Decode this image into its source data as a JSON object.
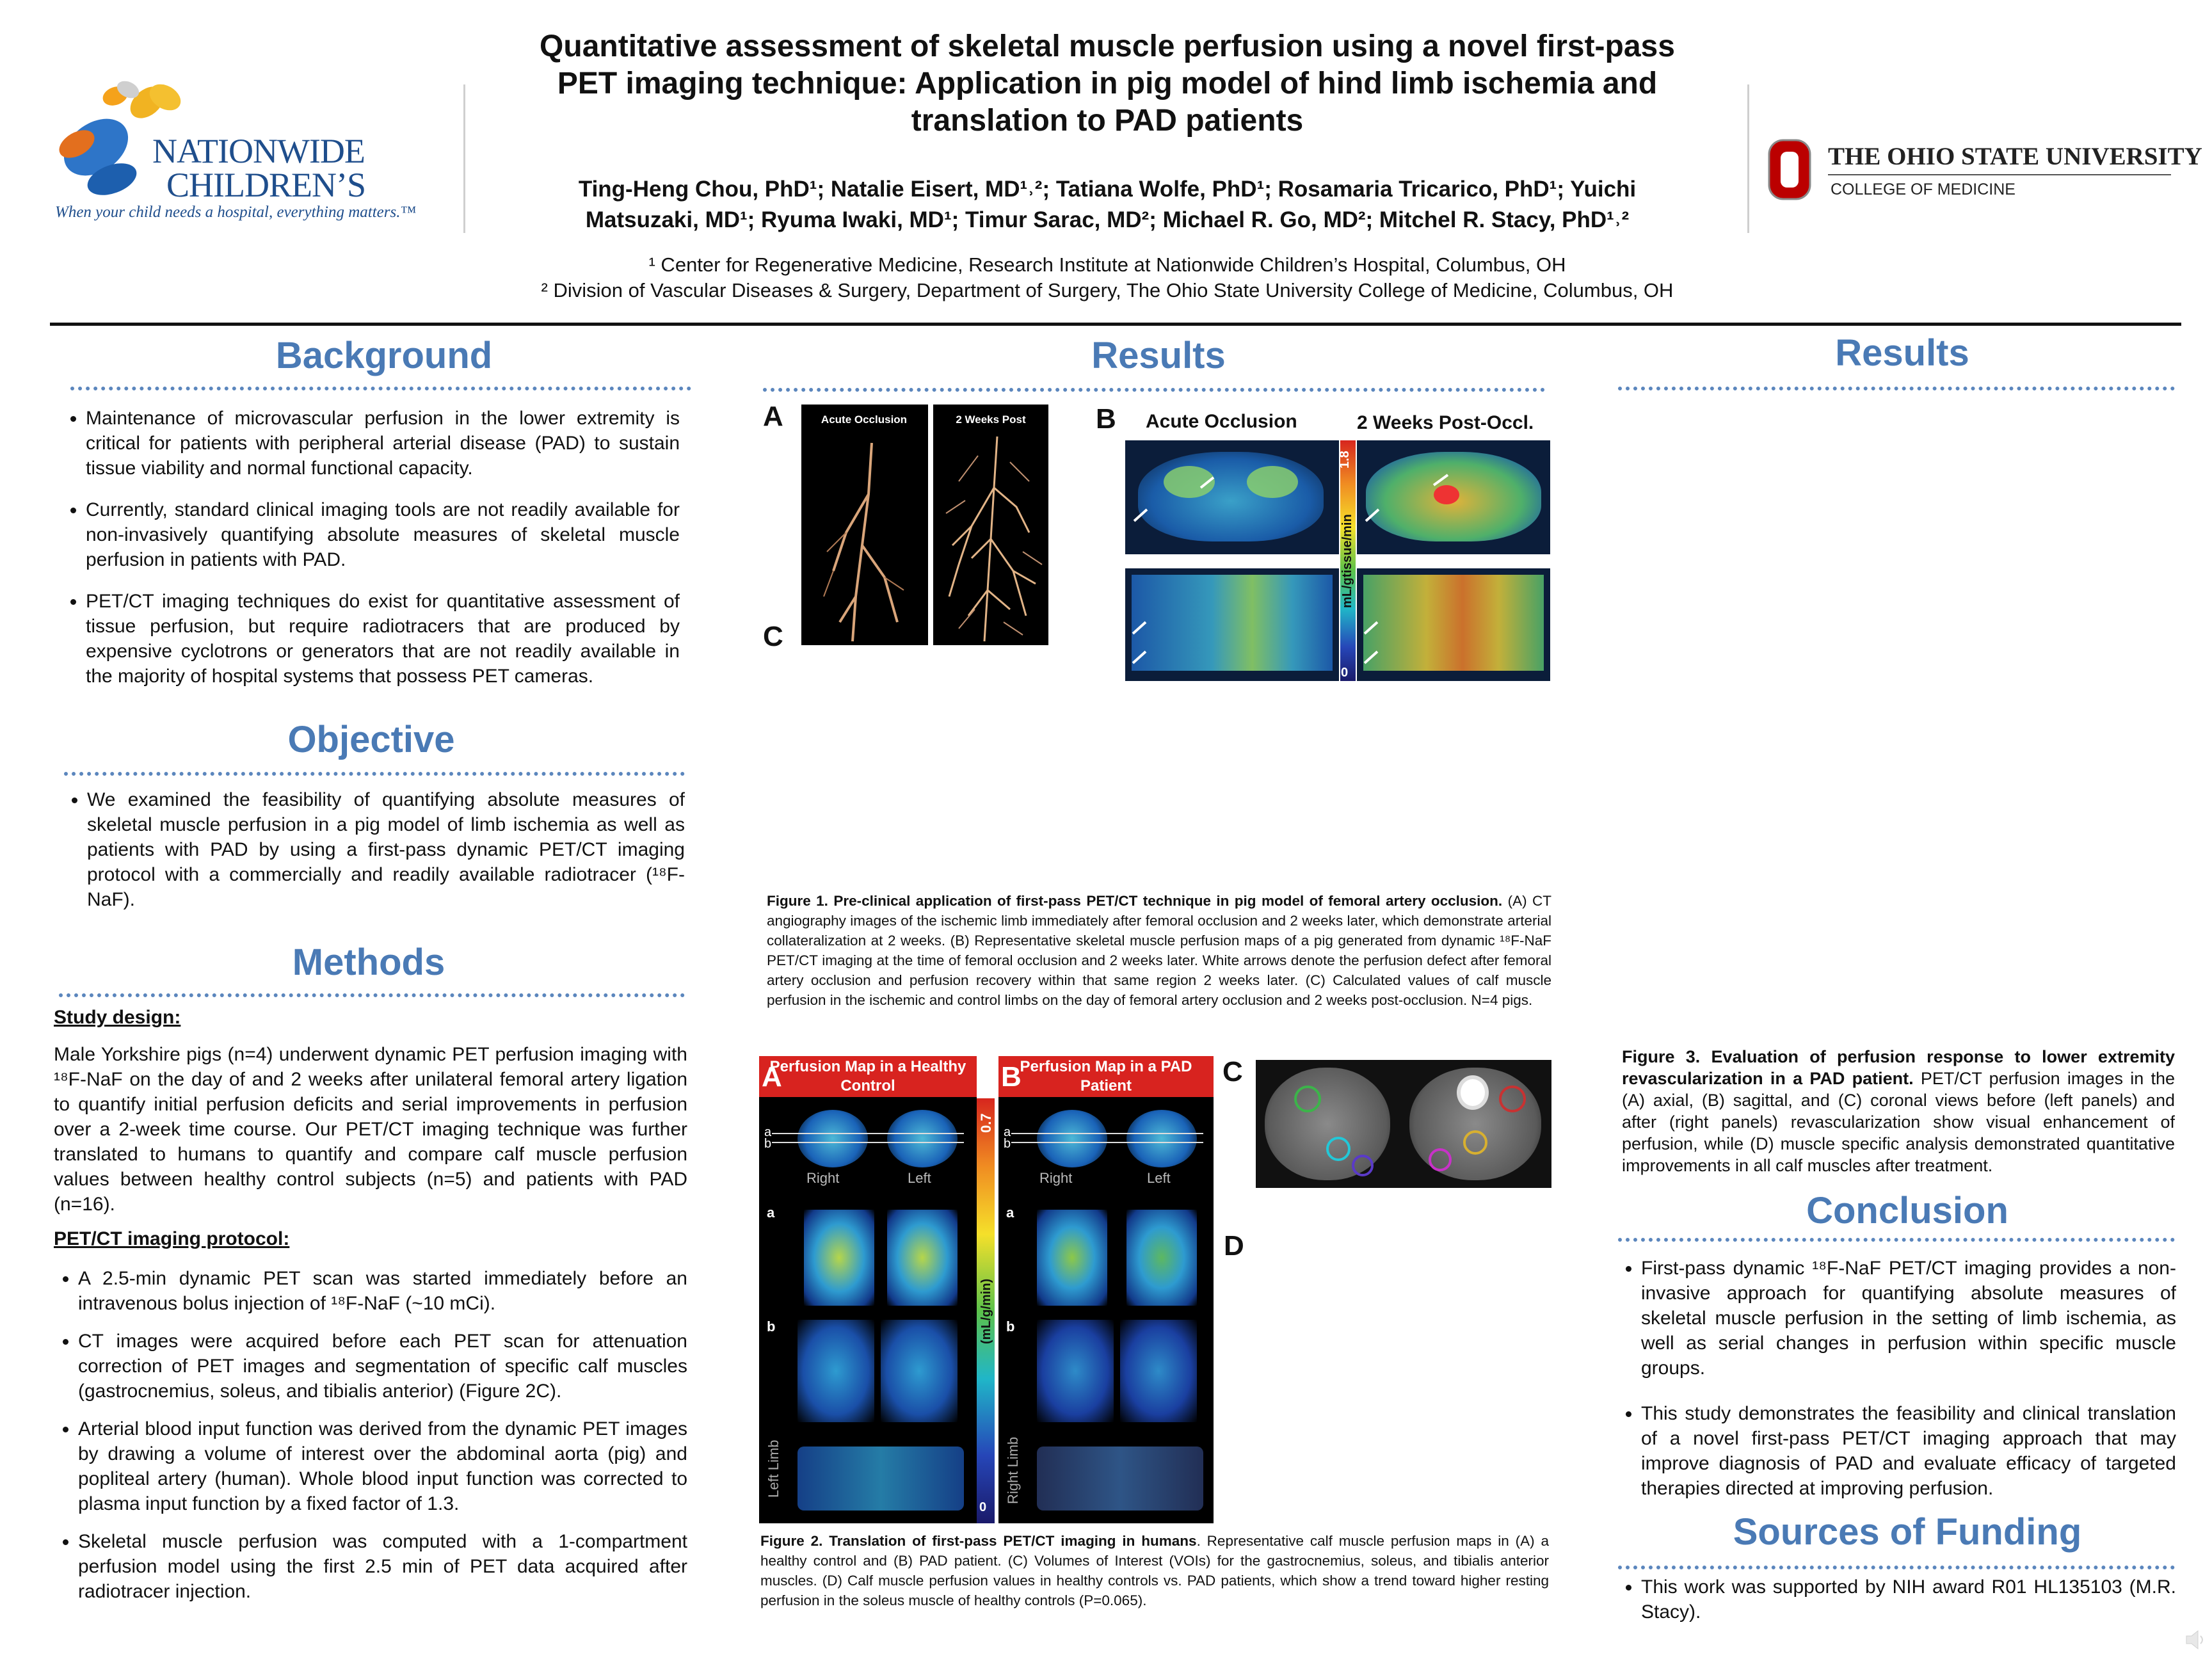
{
  "header": {
    "title_lines": [
      "Quantitative assessment of skeletal muscle perfusion using a novel first-pass",
      "PET imaging technique: Application in pig model of hind limb ischemia and",
      "translation to PAD patients"
    ],
    "authors_line1": "Ting-Heng Chou, PhD¹; Natalie Eisert, MD¹˒²; Tatiana Wolfe, PhD¹; Rosamaria Tricarico, PhD¹; Yuichi",
    "authors_line2": "Matsuzaki, MD¹; Ryuma Iwaki, MD¹; Timur Sarac, MD²; Michael R. Go, MD²; Mitchel R. Stacy, PhD¹˒²",
    "affil1": "¹ Center for Regenerative Medicine, Research Institute at Nationwide Children’s Hospital, Columbus, OH",
    "affil2": "² Division of Vascular Diseases & Surgery, Department of Surgery, The Ohio State University College of Medicine, Columbus, OH"
  },
  "logos": {
    "nch_line1": "NATIONWIDE",
    "nch_line2": "CHILDREN’S",
    "nch_tagline": "When your child needs a hospital, everything matters.™",
    "osu_name": "THE OHIO STATE UNIVERSITY",
    "osu_college": "COLLEGE OF MEDICINE",
    "colors": {
      "nch_blue": "#1f4e8c",
      "osu_scarlet": "#bb0000",
      "section_blue": "#4a7ab5"
    }
  },
  "background": {
    "heading": "Background",
    "bullets": [
      "Maintenance of microvascular perfusion in the lower extremity  is critical for patients with peripheral arterial disease (PAD) to sustain tissue viability and normal functional capacity.",
      "Currently, standard clinical imaging tools are not readily available for non-invasively quantifying absolute measures of skeletal muscle perfusion in patients with PAD.",
      "PET/CT imaging techniques do exist for quantitative assessment of tissue perfusion, but require radiotracers that are produced by expensive cyclotrons or generators that are not readily available in the majority of hospital systems that possess PET cameras."
    ]
  },
  "objective": {
    "heading": "Objective",
    "bullets": [
      "We examined the feasibility of quantifying absolute measures of skeletal muscle perfusion in a pig model of limb ischemia as well as patients with PAD by using a first-pass dynamic PET/CT imaging protocol with a commercially and readily available radiotracer (¹⁸F-NaF)."
    ]
  },
  "methods": {
    "heading": "Methods",
    "study_design_label": "Study design:",
    "study_design_text": "Male Yorkshire pigs (n=4) underwent dynamic PET perfusion imaging with ¹⁸F-NaF on the day of and 2 weeks after unilateral femoral artery ligation to quantify initial perfusion deficits and serial improvements in perfusion over a 2-week time course. Our PET/CT imaging technique was further translated to humans to quantify and compare calf muscle perfusion values between healthy control subjects (n=5) and patients with PAD (n=16).",
    "protocol_label": "PET/CT imaging protocol:",
    "bullets": [
      "A 2.5-min dynamic PET scan was started immediately before an intravenous bolus injection of ¹⁸F-NaF (~10 mCi).",
      "CT images were acquired before each PET scan for attenuation correction of PET images and segmentation of specific calf muscles (gastrocnemius, soleus, and tibialis anterior) (Figure 2C).",
      "Arterial blood input function was derived from the dynamic PET images by drawing a volume of interest over the abdominal aorta (pig) and popliteal artery (human). Whole blood input function was corrected to plasma input function by a fixed factor of 1.3.",
      "Skeletal muscle perfusion was computed with a 1-compartment perfusion model using the first 2.5 min of PET data acquired after radiotracer injection."
    ]
  },
  "results_mid": {
    "heading": "Results",
    "fig1": {
      "label_a": "A",
      "label_b": "B",
      "label_c": "C",
      "a_left": "Acute Occlusion",
      "a_right": "2 Weeks Post",
      "b_left_title": "Acute Occlusion",
      "b_right_title": "2 Weeks Post-Occl.",
      "colorbar_max": "1.8",
      "colorbar_min": "0",
      "colorbar_unit": "mL/gtissue/min",
      "caption_bold": "Figure 1. Pre-clinical application of first-pass PET/CT technique in pig model of femoral artery occlusion.",
      "caption_text": " (A) CT angiography images of the ischemic limb immediately after femoral occlusion and 2 weeks later, which demonstrate arterial collateralization at 2 weeks. (B) Representative skeletal muscle perfusion maps of a pig generated from dynamic ¹⁸F-NaF PET/CT imaging at the time of femoral occlusion and 2 weeks later. White arrows denote the perfusion defect after femoral artery occlusion and perfusion recovery within that same region 2 weeks later. (C) Calculated values of calf muscle perfusion in the ischemic and control limbs on the day of femoral artery occlusion and 2 weeks post-occlusion. N=4 pigs."
    },
    "fig2": {
      "label_a": "A",
      "label_b": "B",
      "label_c": "C",
      "label_d": "D",
      "a_title": "Perfusion Map in a Healthy Control",
      "b_title": "Perfusion Map in a PAD Patient",
      "right": "Right",
      "left": "Left",
      "row_a": "a",
      "row_b": "b",
      "limb_left": "Left Limb",
      "limb_right": "Right Limb",
      "colorbar_max": "0.7",
      "colorbar_min": "0",
      "colorbar_unit": "(mL/g/min)",
      "caption_bold": "Figure 2. Translation of first-pass PET/CT imaging in humans",
      "caption_text": ". Representative calf muscle perfusion maps in (A) a healthy control and (B) PAD patient. (C) Volumes of Interest (VOIs) for the gastrocnemius, soleus, and tibialis anterior muscles. (D) Calf muscle perfusion values in healthy controls vs. PAD patients, which show a trend toward higher resting perfusion in the soleus muscle of healthy controls (P=0.065)."
    }
  },
  "results_right": {
    "heading": "Results",
    "fig3_bold": "Figure 3. Evaluation of perfusion response to lower extremity revascularization in a PAD patient.",
    "fig3_text": " PET/CT perfusion images in the (A) axial, (B) sagittal, and (C) coronal views before (left panels) and after (right panels) revascularization show visual enhancement of perfusion, while (D) muscle specific analysis demonstrated quantitative improvements in all calf muscles after treatment."
  },
  "conclusion": {
    "heading": "Conclusion",
    "bullets": [
      "First-pass dynamic ¹⁸F-NaF PET/CT imaging provides a non-invasive approach for quantifying absolute measures of skeletal muscle perfusion in the setting of limb ischemia, as well as serial changes in perfusion within specific muscle groups.",
      "This study demonstrates the feasibility and clinical translation of a novel first-pass PET/CT imaging approach that may improve diagnosis of PAD and evaluate efficacy of targeted therapies directed at improving perfusion."
    ]
  },
  "funding": {
    "heading": "Sources of Funding",
    "bullets": [
      "This work was supported by NIH award R01 HL135103 (M.R. Stacy)."
    ]
  }
}
